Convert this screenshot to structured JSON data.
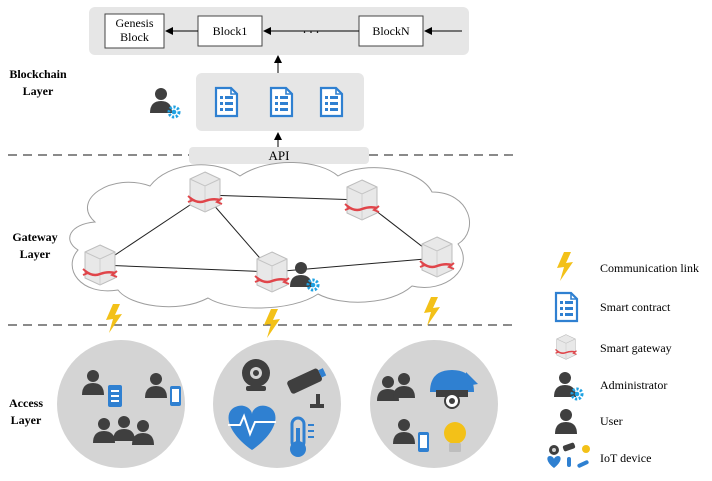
{
  "layers": {
    "blockchain": [
      "Blockchain",
      "Layer"
    ],
    "gateway": [
      "Gateway",
      "Layer"
    ],
    "access": [
      "Access",
      "Layer"
    ]
  },
  "chain": {
    "genesis": [
      "Genesis",
      "Block"
    ],
    "block1": "Block1",
    "ellipsis": ". . .",
    "blockN": "BlockN"
  },
  "api": "API",
  "legend": {
    "communication_link": "Communication link",
    "smart_contract": "Smart contract",
    "smart_gateway": "Smart gateway",
    "administrator": "Administrator",
    "user": "User",
    "iot_device": "IoT device"
  },
  "colors": {
    "panel": "#e6e6e6",
    "dark_icon": "#3f3f3f",
    "blue": "#2f80d1",
    "gear": "#1fa2e3",
    "lightning": "#f3c118",
    "gateway_red": "#e0454a",
    "circle": "#d4d4d4"
  }
}
